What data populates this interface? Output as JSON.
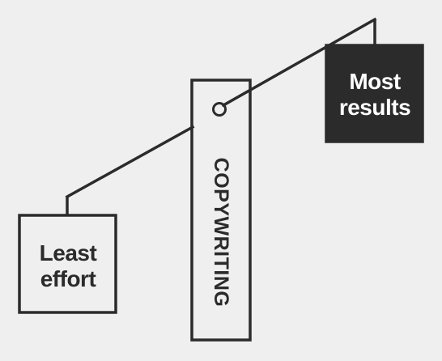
{
  "colors": {
    "background": "#efefef",
    "ink": "#2b2b2b",
    "dark_box_fill": "#2b2b2b",
    "dark_box_text": "#ffffff",
    "light_box_fill": "#efefef"
  },
  "diagram": {
    "left_weight": {
      "line1": "Least",
      "line2": "effort"
    },
    "right_weight": {
      "line1": "Most",
      "line2": "results"
    },
    "fulcrum_label": "COPYWRITING",
    "pivot_icon": "pivot-circle-icon"
  }
}
